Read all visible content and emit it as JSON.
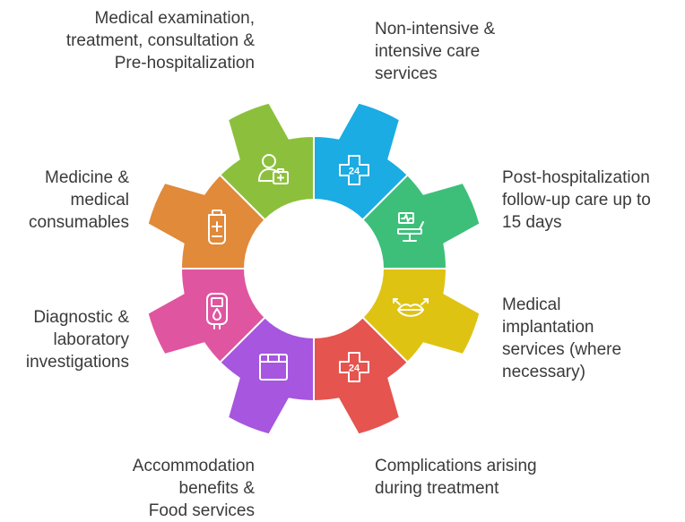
{
  "segments": [
    {
      "id": "medical-examination",
      "color": "#1aace3",
      "icon": "doctor-medical-kit-icon",
      "label": [
        "Medical examination,",
        "treatment, consultation &",
        "Pre-hospitalization"
      ]
    },
    {
      "id": "intensive-care",
      "color": "#3dbf7a",
      "icon": "medical-cross-24-icon",
      "label": [
        "Non-intensive &",
        "intensive care",
        "services"
      ]
    },
    {
      "id": "post-hospitalization",
      "color": "#dfc313",
      "icon": "hospital-bed-monitor-icon",
      "label": [
        "Post-hospitalization",
        "follow-up care up to",
        "15 days"
      ]
    },
    {
      "id": "implantation",
      "color": "#e5544f",
      "icon": "lips-implant-icon",
      "label": [
        "Medical",
        "implantation",
        "services (where",
        "necessary)"
      ]
    },
    {
      "id": "complications",
      "color": "#a656df",
      "icon": "medical-cross-24-icon",
      "label": [
        "Complications arising",
        "during treatment"
      ]
    },
    {
      "id": "accommodation",
      "color": "#e0559f",
      "icon": "meal-tray-icon",
      "label": [
        "Accommodation",
        "benefits &",
        "Food services"
      ]
    },
    {
      "id": "diagnostic",
      "color": "#e08a3a",
      "icon": "glucose-meter-icon",
      "label": [
        "Diagnostic &",
        "laboratory",
        "investigations"
      ]
    },
    {
      "id": "medicine",
      "color": "#8cc03c",
      "icon": "medicine-tube-icon",
      "label": [
        "Medicine &",
        "medical",
        "consumables"
      ]
    }
  ],
  "icon_text": "24"
}
